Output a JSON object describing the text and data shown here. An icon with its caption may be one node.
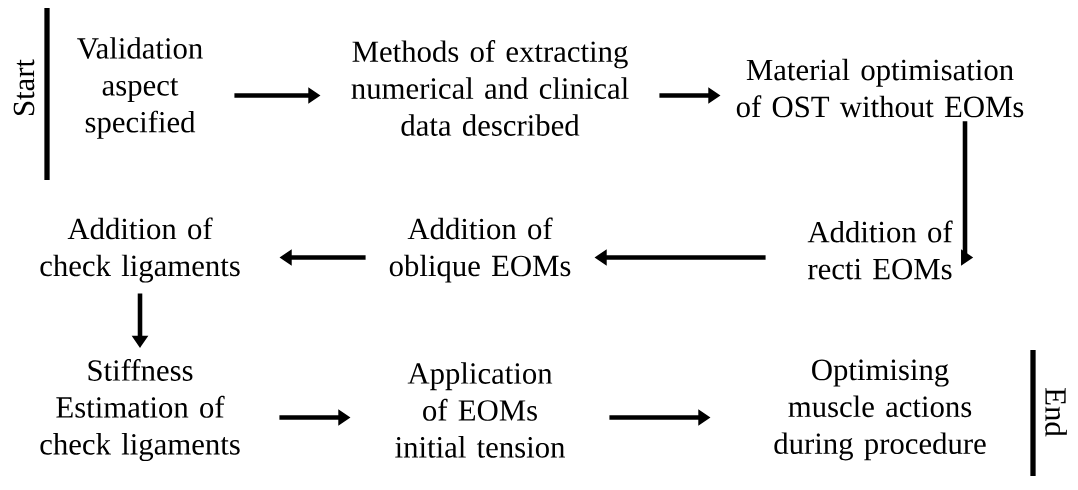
{
  "diagram": {
    "nodes": [
      {
        "text": [
          "Validation aspect specified"
        ]
      },
      {
        "text": [
          "Methods of extracting numerical and clinical data described"
        ]
      },
      {
        "text": [
          "Material optimisation of OST without EOMs"
        ]
      },
      {
        "text": [
          "Addition of recti EOMs"
        ]
      },
      {
        "text": [
          "Addition of oblique EOMs"
        ]
      },
      {
        "text": [
          "Addition of check ligaments"
        ]
      },
      {
        "text": [
          "Stiffness Estimation of check ligaments"
        ]
      },
      {
        "text": [
          "Application of EOMs initial tension"
        ]
      },
      {
        "text": [
          "Optimising muscle actions during procedure"
        ]
      }
    ],
    "edges": [
      {
        "from": 0,
        "to": 1,
        "arrow": "to"
      },
      {
        "from": 1,
        "to": 2,
        "arrow": "to"
      },
      {
        "from": 2,
        "to": 3,
        "arrow": "to"
      },
      {
        "from": 3,
        "to": 4,
        "arrow": "to"
      },
      {
        "from": 4,
        "to": 5,
        "arrow": "to"
      },
      {
        "from": 5,
        "to": 6,
        "arrow": "to"
      },
      {
        "from": 6,
        "to": 7,
        "arrow": "to"
      },
      {
        "from": 7,
        "to": 8,
        "arrow": "to"
      }
    ],
    "labels": [
      "Start",
      "End"
    ]
  }
}
